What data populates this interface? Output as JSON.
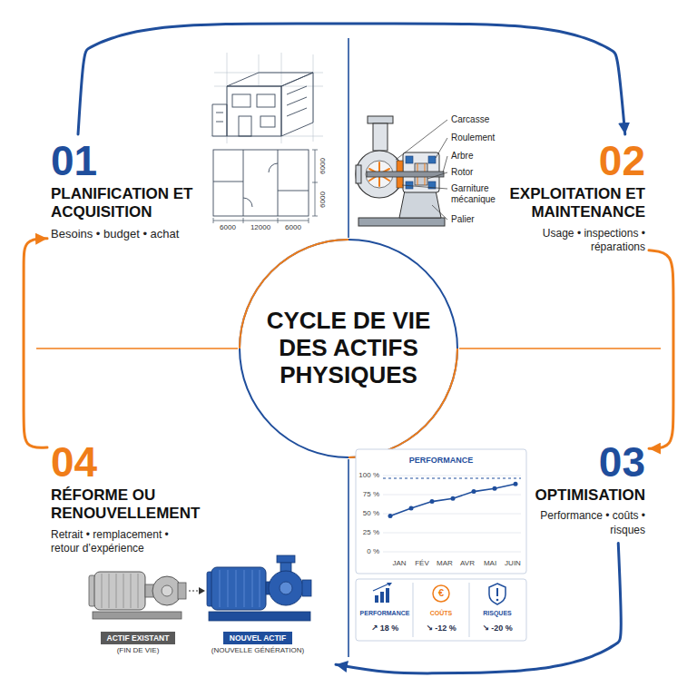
{
  "diagram": {
    "title": "CYCLE DE VIE DES ACTIFS PHYSIQUES",
    "nodes": [
      {
        "text": [
          "01",
          "PLANIFICATION ET ACQUISITION",
          "Besoins • budget • achat"
        ]
      },
      {
        "text": [
          "02",
          "EXPLOITATION ET MAINTENANCE",
          "Usage • inspections • réparations"
        ]
      },
      {
        "text": [
          "03",
          "OPTIMISATION",
          "Performance • coûts • risques"
        ]
      },
      {
        "text": [
          "04",
          "RÉFORME OU RENOUVELLEMENT",
          "Retrait • remplacement • retour d’expérience"
        ]
      },
      {
        "text": [
          "ACTIF EXISTANT",
          "(FIN DE VIE)"
        ],
        "in": 3
      },
      {
        "text": [
          "NOUVEL ACTIF",
          "(NOUVELLE GÉNÉRATION)"
        ],
        "in": 3
      }
    ],
    "edges": [
      {
        "from": 0,
        "to": 1,
        "arrow": "to"
      },
      {
        "from": 1,
        "to": 2,
        "arrow": "to"
      },
      {
        "from": 2,
        "to": 3,
        "arrow": "to"
      },
      {
        "from": 3,
        "to": 0,
        "arrow": "to"
      }
    ],
    "labels": [
      "6000",
      "12000",
      "6000",
      "6000",
      "6000",
      "Carcasse",
      "Roulement",
      "Arbre",
      "Rotor",
      "Garniture mécanique",
      "Palier",
      "PERFORMANCE",
      "100 %",
      "75 %",
      "50 %",
      "25 %",
      "0 %",
      "JAN",
      "FÉV",
      "MAR",
      "AVR",
      "MAI",
      "JUIN",
      "PERFORMANCE",
      "↗ 18 %",
      "COÛTS",
      "↘ -12 %",
      "RISQUES",
      "↘ -20 %",
      "€"
    ]
  }
}
